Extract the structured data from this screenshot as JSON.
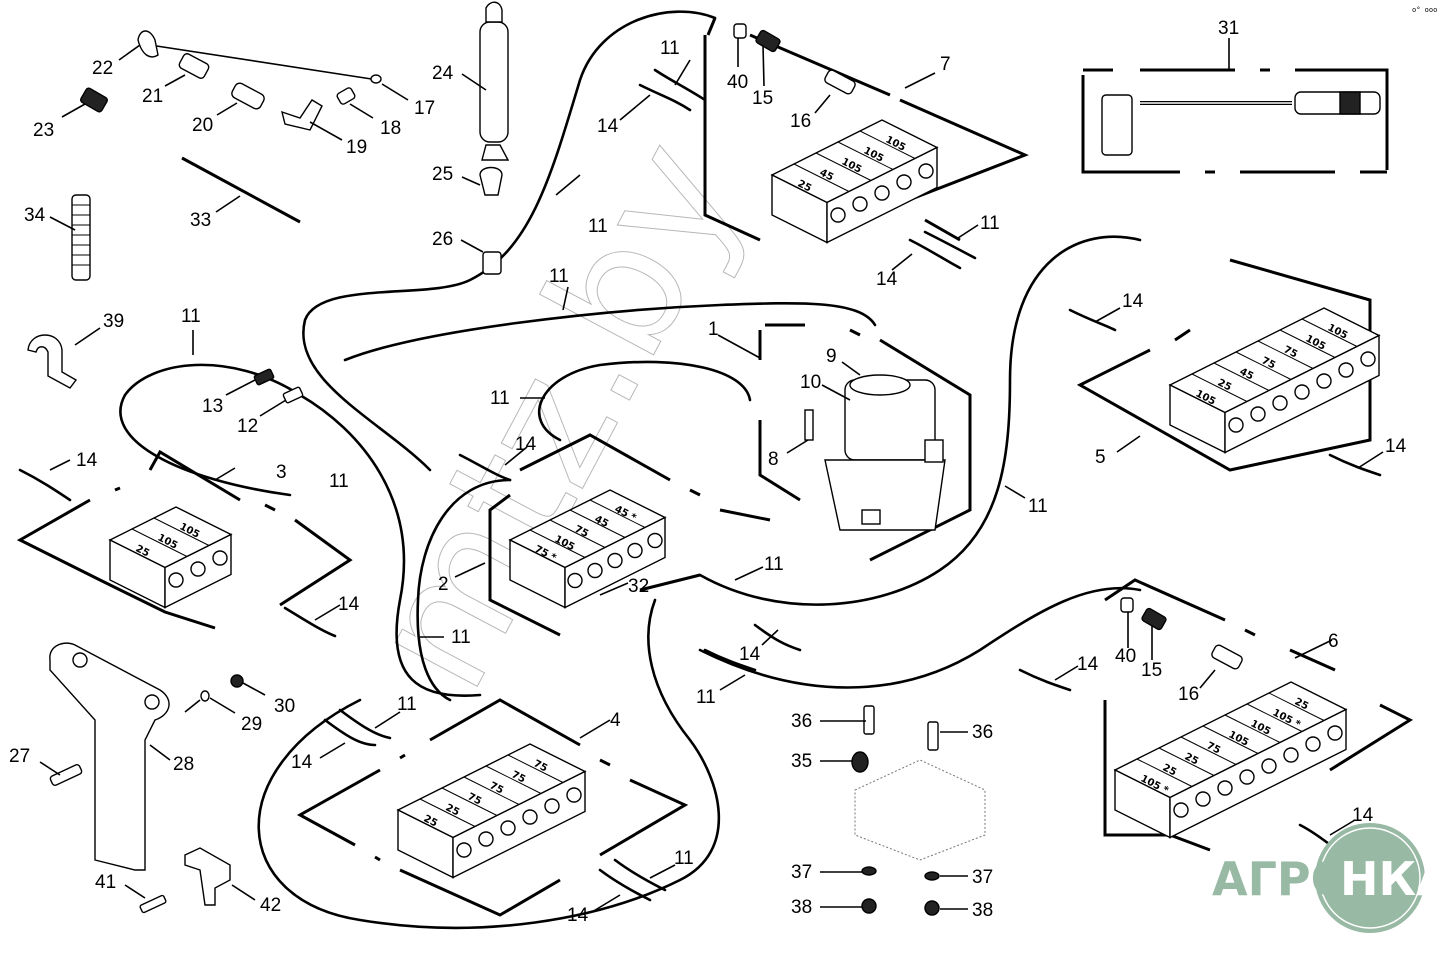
{
  "diagram": {
    "title": "Central lubrication system – exploded parts view",
    "corner_mark": "o° ooo",
    "watermark": "mtz.by",
    "logo": {
      "left_text": "АГРО",
      "right_text": "НКА",
      "color": "#98b9a4"
    },
    "callouts": [
      {
        "id": "c1",
        "text": "1"
      },
      {
        "id": "c2",
        "text": "2"
      },
      {
        "id": "c3",
        "text": "3"
      },
      {
        "id": "c4",
        "text": "4"
      },
      {
        "id": "c5",
        "text": "5"
      },
      {
        "id": "c6",
        "text": "6"
      },
      {
        "id": "c7",
        "text": "7"
      },
      {
        "id": "c8",
        "text": "8"
      },
      {
        "id": "c9",
        "text": "9"
      },
      {
        "id": "c10",
        "text": "10"
      },
      {
        "id": "c12",
        "text": "12"
      },
      {
        "id": "c13",
        "text": "13"
      },
      {
        "id": "c15a",
        "text": "15"
      },
      {
        "id": "c15b",
        "text": "15"
      },
      {
        "id": "c16a",
        "text": "16"
      },
      {
        "id": "c16b",
        "text": "16"
      },
      {
        "id": "c17",
        "text": "17"
      },
      {
        "id": "c18",
        "text": "18"
      },
      {
        "id": "c19",
        "text": "19"
      },
      {
        "id": "c20",
        "text": "20"
      },
      {
        "id": "c21",
        "text": "21"
      },
      {
        "id": "c22",
        "text": "22"
      },
      {
        "id": "c23",
        "text": "23"
      },
      {
        "id": "c24",
        "text": "24"
      },
      {
        "id": "c25",
        "text": "25"
      },
      {
        "id": "c26",
        "text": "26"
      },
      {
        "id": "c27",
        "text": "27"
      },
      {
        "id": "c28",
        "text": "28"
      },
      {
        "id": "c29",
        "text": "29"
      },
      {
        "id": "c30",
        "text": "30"
      },
      {
        "id": "c31",
        "text": "31"
      },
      {
        "id": "c32",
        "text": "32"
      },
      {
        "id": "c33",
        "text": "33"
      },
      {
        "id": "c34",
        "text": "34"
      },
      {
        "id": "c35",
        "text": "35"
      },
      {
        "id": "c36a",
        "text": "36"
      },
      {
        "id": "c36b",
        "text": "36"
      },
      {
        "id": "c37a",
        "text": "37"
      },
      {
        "id": "c37b",
        "text": "37"
      },
      {
        "id": "c38a",
        "text": "38"
      },
      {
        "id": "c38b",
        "text": "38"
      },
      {
        "id": "c39",
        "text": "39"
      },
      {
        "id": "c40a",
        "text": "40"
      },
      {
        "id": "c40b",
        "text": "40"
      },
      {
        "id": "c41",
        "text": "41"
      },
      {
        "id": "c42",
        "text": "42"
      }
    ],
    "hose_label": "11",
    "hose_callout_count": 14,
    "sleeve_label": "14",
    "sleeve_callout_count": 12,
    "distributor_blocks": {
      "block2": [
        "75 *",
        "105",
        "75",
        "45",
        "45 *"
      ],
      "block3": [
        "25",
        "105",
        "105"
      ],
      "block4": [
        "25",
        "25",
        "75",
        "75",
        "75",
        "75"
      ],
      "block5": [
        "105",
        "25",
        "45",
        "75",
        "75",
        "105",
        "105"
      ],
      "block6": [
        "105 *",
        "25",
        "25",
        "75",
        "105",
        "105",
        "105 *",
        "25"
      ],
      "block7": [
        "25",
        "45",
        "105",
        "105",
        "105"
      ]
    }
  }
}
